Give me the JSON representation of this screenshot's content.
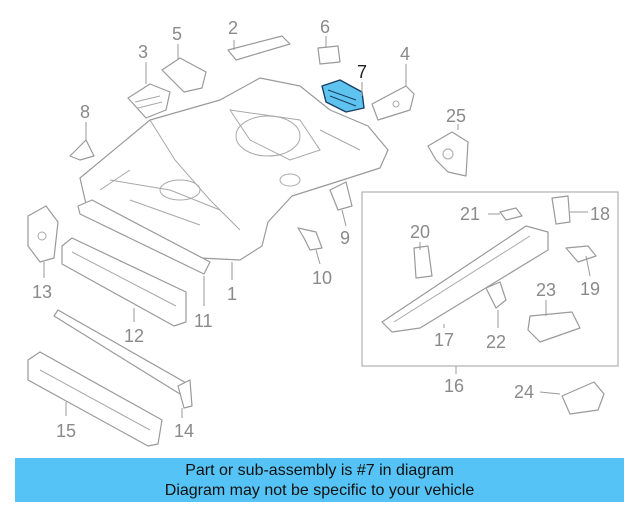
{
  "highlight_color": "#55c3f5",
  "selected_part": "7",
  "callouts": {
    "n1": "1",
    "n2": "2",
    "n3": "3",
    "n4": "4",
    "n5": "5",
    "n6": "6",
    "n7": "7",
    "n8": "8",
    "n9": "9",
    "n10": "10",
    "n11": "11",
    "n12": "12",
    "n13": "13",
    "n14": "14",
    "n15": "15",
    "n16": "16",
    "n17": "17",
    "n18": "18",
    "n19": "19",
    "n20": "20",
    "n21": "21",
    "n22": "22",
    "n23": "23",
    "n24": "24",
    "n25": "25"
  },
  "banner": {
    "line1": "Part or sub-assembly is #7 in diagram",
    "line2": "Diagram may not be specific to your vehicle"
  }
}
